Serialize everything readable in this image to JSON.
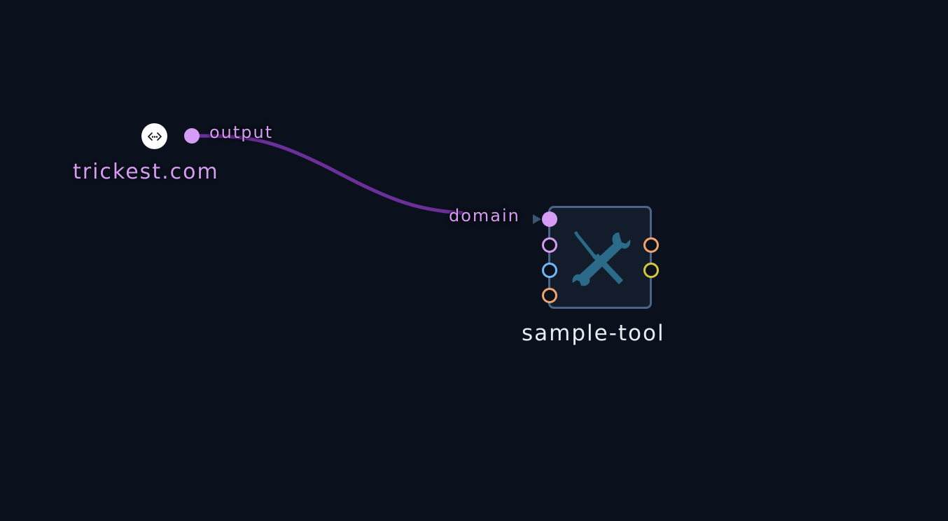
{
  "input_node": {
    "title": "trickest.com",
    "icon": "http-link-icon",
    "output_port_label": "output",
    "color": "#d59cf5"
  },
  "tool_node": {
    "title": "sample-tool",
    "icon": "wrench-screwdriver-icon",
    "connected_input_label": "domain",
    "input_ports": [
      {
        "color": "#d59cf5",
        "connected": true
      },
      {
        "color": "#d59cf5",
        "connected": false
      },
      {
        "color": "#6fb8f7",
        "connected": false
      },
      {
        "color": "#f2a46b",
        "connected": false
      }
    ],
    "output_ports": [
      {
        "color": "#f2a46b"
      },
      {
        "color": "#d6c83a"
      }
    ],
    "border_color": "#4a6587"
  },
  "connection": {
    "from": "output",
    "to": "domain",
    "color": "#6b2f9a"
  },
  "canvas": {
    "background": "#0b111c"
  }
}
